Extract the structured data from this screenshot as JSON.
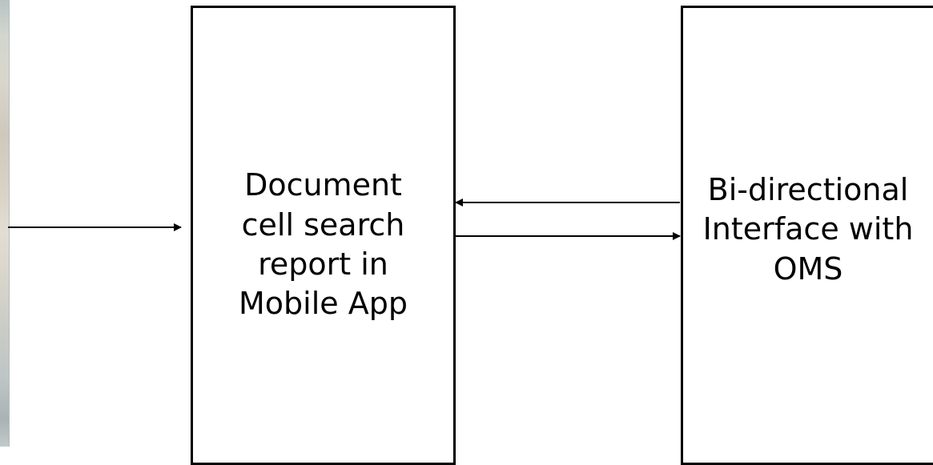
{
  "diagram": {
    "boxes": {
      "mobile_app": {
        "label": "Document\ncell search\nreport in\nMobile App"
      },
      "oms_interface": {
        "label": "Bi-directional\nInterface with\nOMS"
      }
    },
    "connectors": [
      {
        "from": "left-edge",
        "to": "mobile_app",
        "style": "arrow"
      },
      {
        "from": "oms_interface",
        "to": "mobile_app",
        "style": "arrow"
      },
      {
        "from": "mobile_app",
        "to": "oms_interface",
        "style": "arrow"
      }
    ],
    "colors": {
      "stroke": "#000000",
      "background": "#ffffff"
    }
  }
}
